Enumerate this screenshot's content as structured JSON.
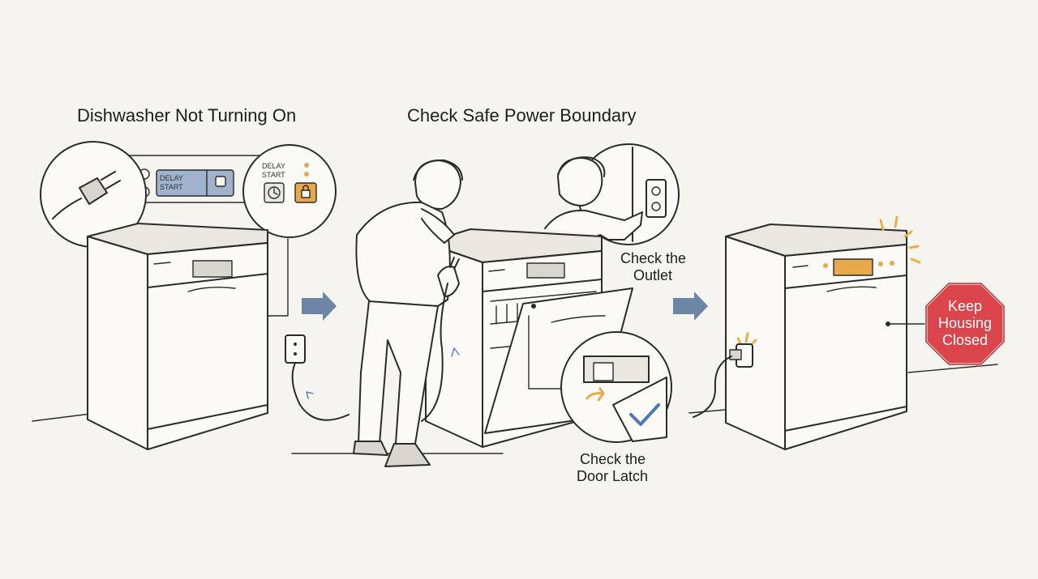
{
  "titles": {
    "panel1": "Dishwasher Not Turning On",
    "panel2": "Check Safe Power Boundary"
  },
  "callouts": {
    "outlet": [
      "Check the",
      "Outlet"
    ],
    "latch": [
      "Check the",
      "Door Latch"
    ]
  },
  "control_panel": {
    "delay_start": [
      "DELAY",
      "START"
    ]
  },
  "stop_sign": {
    "lines": [
      "Keep",
      "Housing",
      "Closed"
    ],
    "color": "#d9454a"
  },
  "colors": {
    "arrow": "#6d86a6",
    "lock": "#e8a94a",
    "display": "#9fb4cc",
    "check": "#4a78b8",
    "spark": "#e8b04a"
  },
  "icons": [
    "plug-icon",
    "outlet-icon",
    "lock-icon",
    "clock-icon",
    "checkmark-icon",
    "arrow-right-icon",
    "stop-sign-icon"
  ]
}
